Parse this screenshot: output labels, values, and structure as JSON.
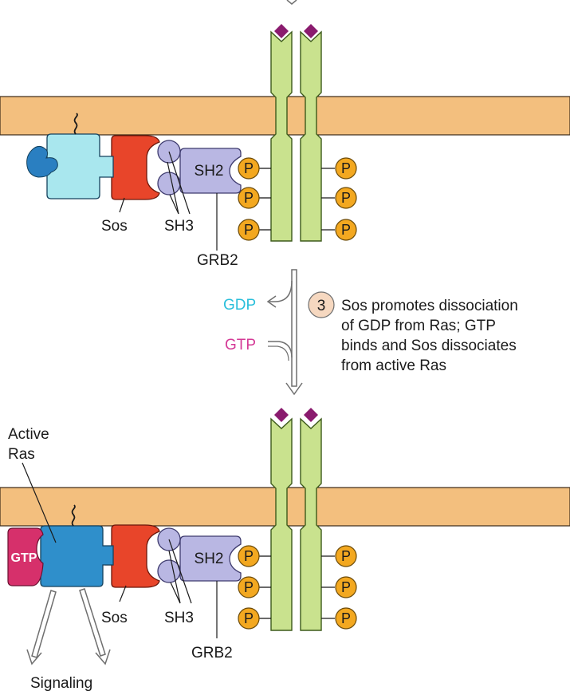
{
  "colors": {
    "membrane": "#f3bf7e",
    "membrane_edge": "#3b2a18",
    "receptor": "#c9e28e",
    "receptor_edge": "#3d5a1b",
    "ligand": "#8a1b6e",
    "phosphate": "#f3a820",
    "phosphate_edge": "#6b4a08",
    "sos": "#e8452a",
    "sos_edge": "#6a170b",
    "grb2": "#b9b7e3",
    "grb2_edge": "#3e3b6e",
    "ras_inactive": "#a9e7ee",
    "ras_active": "#2f8fcb",
    "ras_edge": "#14425e",
    "gdp_inactive": "#2a7fc1",
    "gtp": "#d6306b",
    "gdp_text": "#2bbfdb",
    "gtp_text": "#d43a96",
    "step_circle": "#f6d8c0",
    "arrow": "#6f6f6f",
    "text": "#1a1a1a"
  },
  "labels": {
    "phosphate": "P",
    "sh2": "SH2",
    "sh3": "SH3",
    "sos": "Sos",
    "grb2": "GRB2",
    "active_ras_line1": "Active",
    "active_ras_line2": "Ras",
    "gtp_bound": "GTP",
    "signaling": "Signaling"
  },
  "transition": {
    "gdp": "GDP",
    "gtp": "GTP",
    "step_number": "3",
    "description_lines": [
      "Sos promotes dissociation",
      "of GDP from Ras; GTP",
      "binds and Sos dissociates",
      "from active Ras"
    ]
  }
}
